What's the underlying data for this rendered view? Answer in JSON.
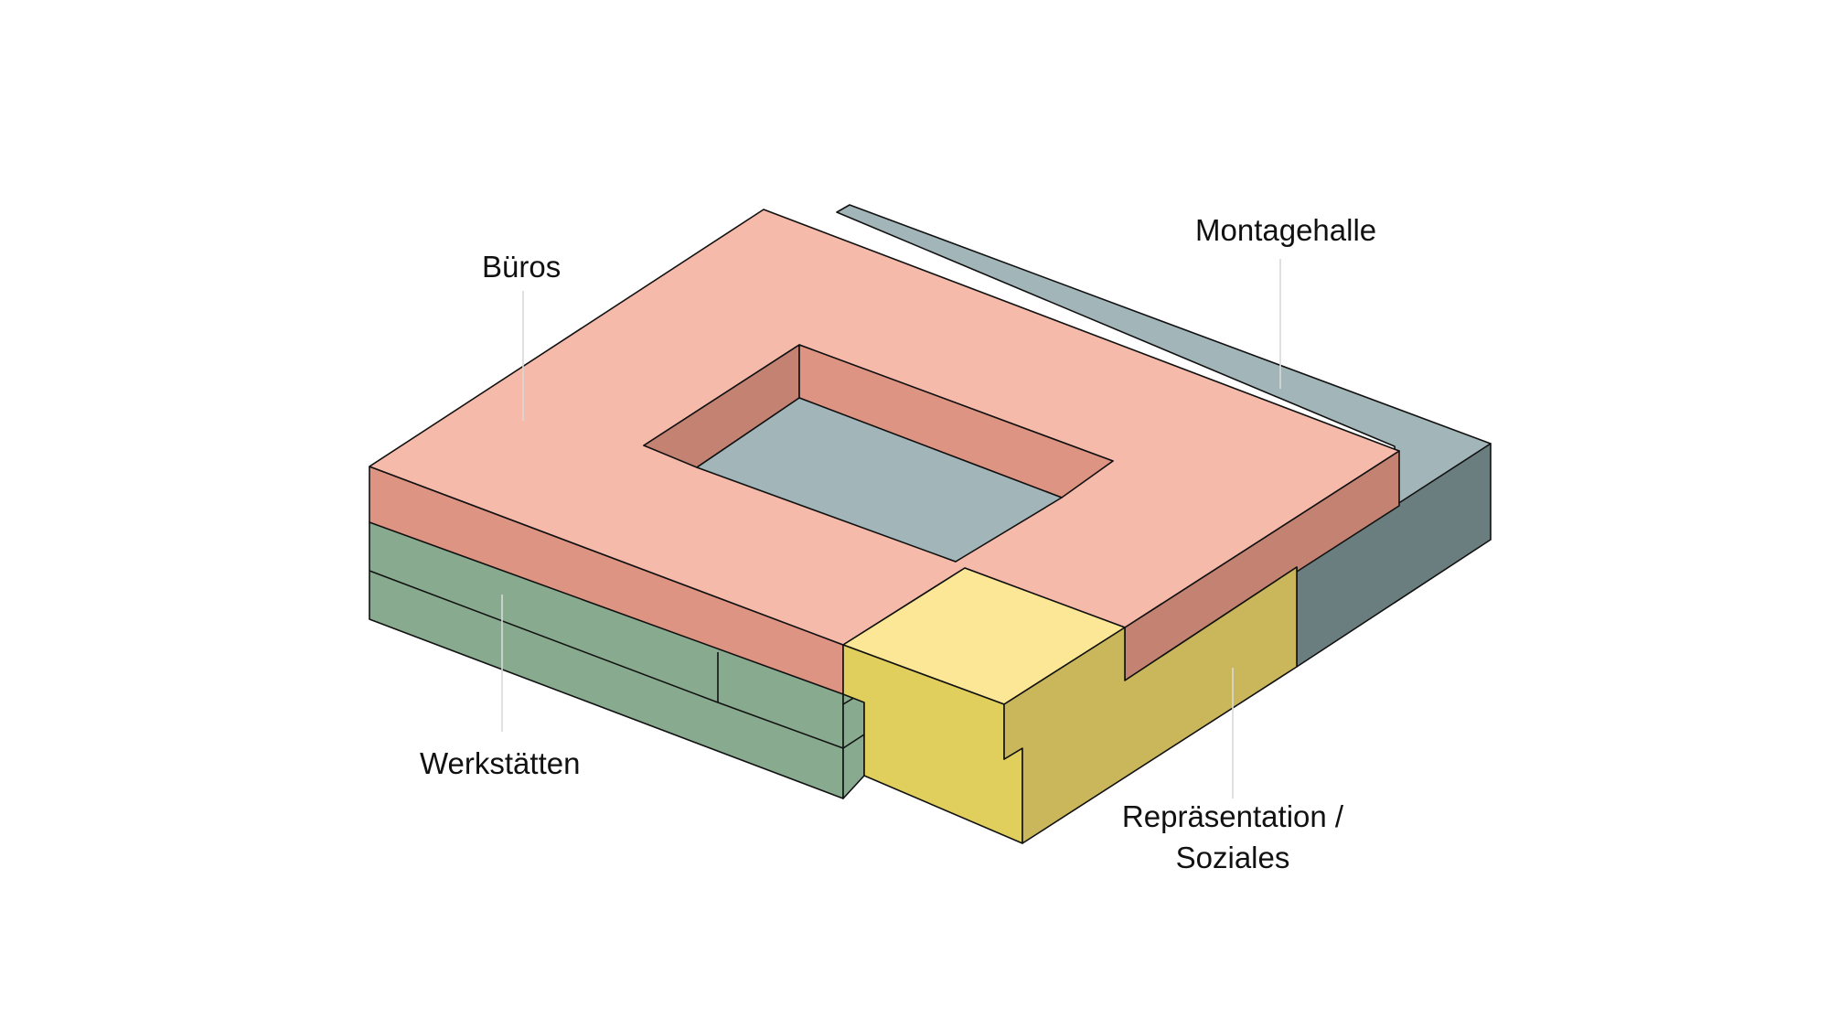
{
  "diagram": {
    "labels": {
      "bueros": "Büros",
      "montagehalle": "Montagehalle",
      "werkstaetten": "Werkstätten",
      "repraesentation_line1": "Repräsentation /",
      "repraesentation_line2": "Soziales"
    },
    "colors": {
      "bueros_top": "#f6baab",
      "bueros_side_front": "#dd9482",
      "bueros_side_dark": "#c48272",
      "montagehalle_top": "#a2b5b8",
      "montagehalle_side": "#6b7e7f",
      "werkstaetten": "#88ab8f",
      "repraesentation_top": "#fbe796",
      "repraesentation_front": "#e1cf5d",
      "repraesentation_side": "#cab75c",
      "outline": "#111111",
      "leader_line": "#d9d9d9"
    }
  }
}
